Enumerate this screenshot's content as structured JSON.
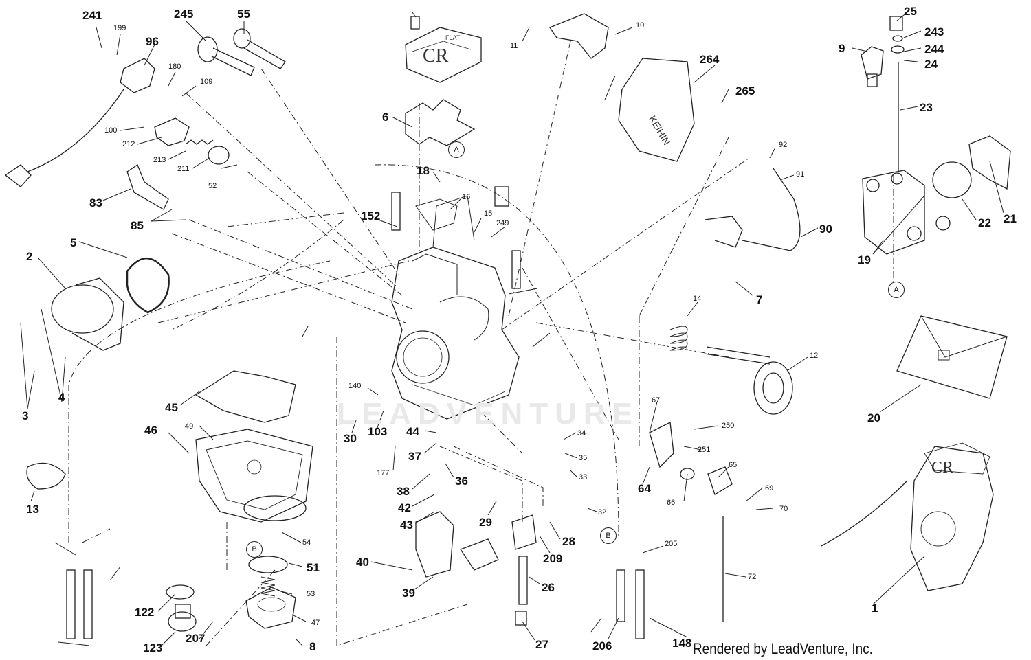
{
  "footer": "Rendered by LeadVenture, Inc.",
  "watermark": "LEADVENTURE",
  "callouts": [
    "241",
    "199",
    "96",
    "245",
    "55",
    "180",
    "109",
    "100",
    "212",
    "213",
    "211",
    "52",
    "83",
    "85",
    "5",
    "2",
    "3",
    "4",
    "7",
    "6",
    "18",
    "16",
    "15",
    "249",
    "152",
    "11",
    "10",
    "264",
    "265",
    "9",
    "25",
    "243",
    "244",
    "24",
    "23",
    "92",
    "91",
    "90",
    "22",
    "21",
    "19",
    "14",
    "12",
    "20",
    "140",
    "30",
    "103",
    "44",
    "37",
    "177",
    "38",
    "36",
    "42",
    "43",
    "29",
    "28",
    "209",
    "26",
    "27",
    "34",
    "35",
    "33",
    "32",
    "67",
    "250",
    "251",
    "64",
    "65",
    "66",
    "69",
    "70",
    "72",
    "205",
    "148",
    "206",
    "46",
    "49",
    "45",
    "13",
    "54",
    "51",
    "53",
    "47",
    "8",
    "122",
    "123",
    "207",
    "40",
    "39",
    "1"
  ],
  "circle_markers": [
    "A",
    "A",
    "B",
    "B"
  ]
}
